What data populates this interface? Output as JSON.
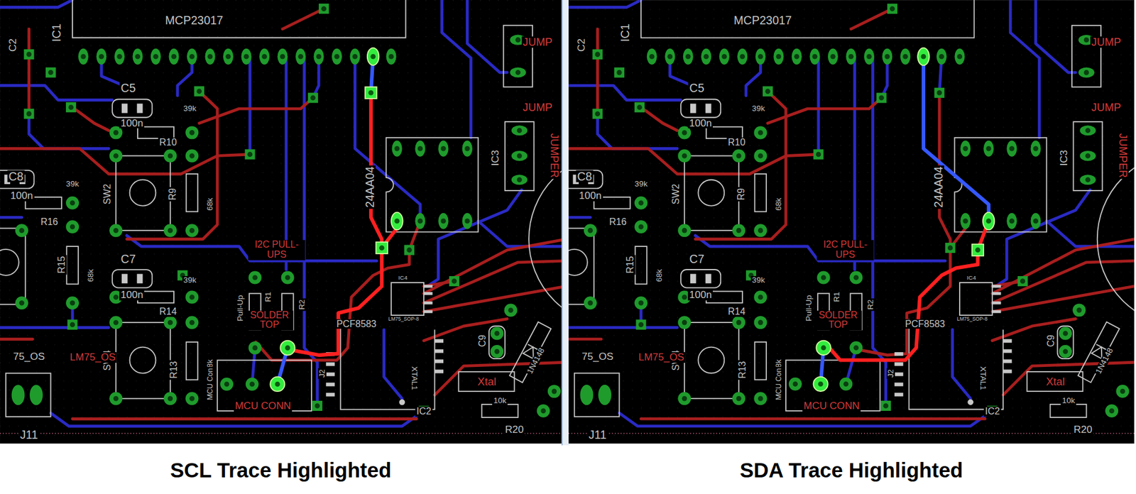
{
  "diagram": {
    "nodes": [
      {
        "text": [
          "SCL Trace Highlighted"
        ]
      },
      {
        "text": [
          "SDA Trace Highlighted"
        ]
      }
    ],
    "labels": [
      "MCP23017",
      "IC1",
      "C2",
      "JUMP",
      "C5",
      "39k",
      "100n",
      "R10",
      "R9",
      "68k",
      "JUMP",
      "IC3",
      "JUMPER",
      "24AA04",
      "C8",
      "39k",
      "100n",
      "R16",
      "SW2",
      "R15",
      "68k",
      "I2C PULL-UPS",
      "C7",
      "39k",
      "100n",
      "R14",
      "SW4",
      "R13",
      "68k",
      "Pull-Up",
      "R1",
      "R2",
      "SOLDER TOP",
      "PCF8583",
      "IC4",
      "LM75_SOP-8",
      "75_OS",
      "LM75_OS",
      "MCU Con",
      "J2",
      "MCU CONN",
      "IC2",
      "C9",
      "XTAL1",
      "Xtal",
      "1N4148",
      "10k",
      "R20",
      "J11",
      "MCP23017",
      "IC1",
      "C2",
      "JUMP",
      "C5",
      "39k",
      "100n",
      "R10",
      "R9",
      "68k",
      "JUMP",
      "IC3",
      "JUMPER",
      "24AA04",
      "C8",
      "39k",
      "100n",
      "R16",
      "SW2",
      "R15",
      "68k",
      "I2C PULL-UPS",
      "C7",
      "39k",
      "100n",
      "R14",
      "SW4",
      "R13",
      "68k",
      "Pull-Up",
      "R1",
      "R2",
      "SOLDER TOP",
      "PCF8583",
      "IC4",
      "LM75_SOP-8",
      "75_OS",
      "LM75_OS",
      "MCU Con",
      "J2",
      "MCU CONN",
      "IC2",
      "C9",
      "XTAL1",
      "Xtal",
      "1N4148",
      "10k",
      "R20",
      "J11"
    ]
  }
}
